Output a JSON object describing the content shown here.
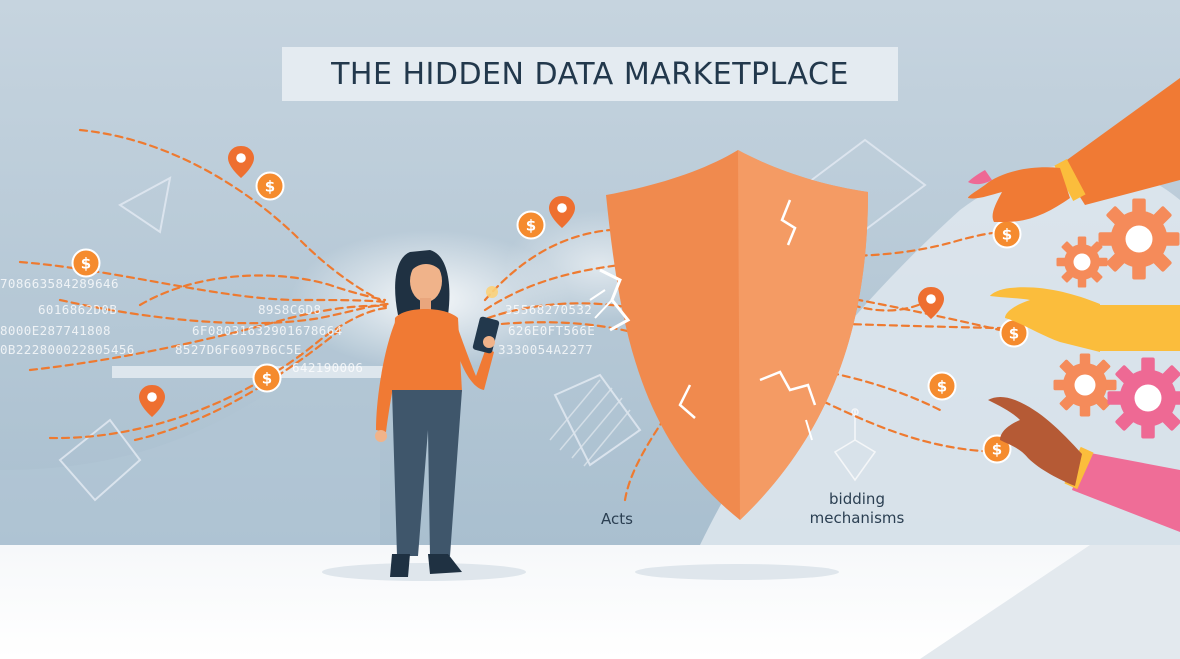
{
  "title": "THE HIDDEN DATA MARKETPLACE",
  "data_stream_left": [
    "708663584289646",
    "6016862D0B",
    "8000E287741808",
    "0B222800022805456"
  ],
  "data_stream_middle": [
    "89S8C6D8",
    "6F08031632901678664",
    "8527D6F6097B6C5E",
    "642190006"
  ],
  "data_stream_right": [
    "35568270532",
    "626E0FT566E",
    "3330054A2277"
  ],
  "labels": {
    "acts": "Acts",
    "bidding_1": "bidding",
    "bidding_2": "mechanisms"
  },
  "icons": {
    "coin": "dollar-coin-icon",
    "pin": "location-pin-icon",
    "gear": "gear-icon",
    "shield": "cracked-shield-icon"
  },
  "colors": {
    "sky": "#b9cad8",
    "accent_orange": "#f07a34",
    "shield": "#f08a4e",
    "hand_yellow": "#fbbd3c",
    "hand_pink": "#ef6d97",
    "gear_orange": "#f58b5a",
    "gear_pink": "#ee6994",
    "text_dark": "#22384c"
  }
}
